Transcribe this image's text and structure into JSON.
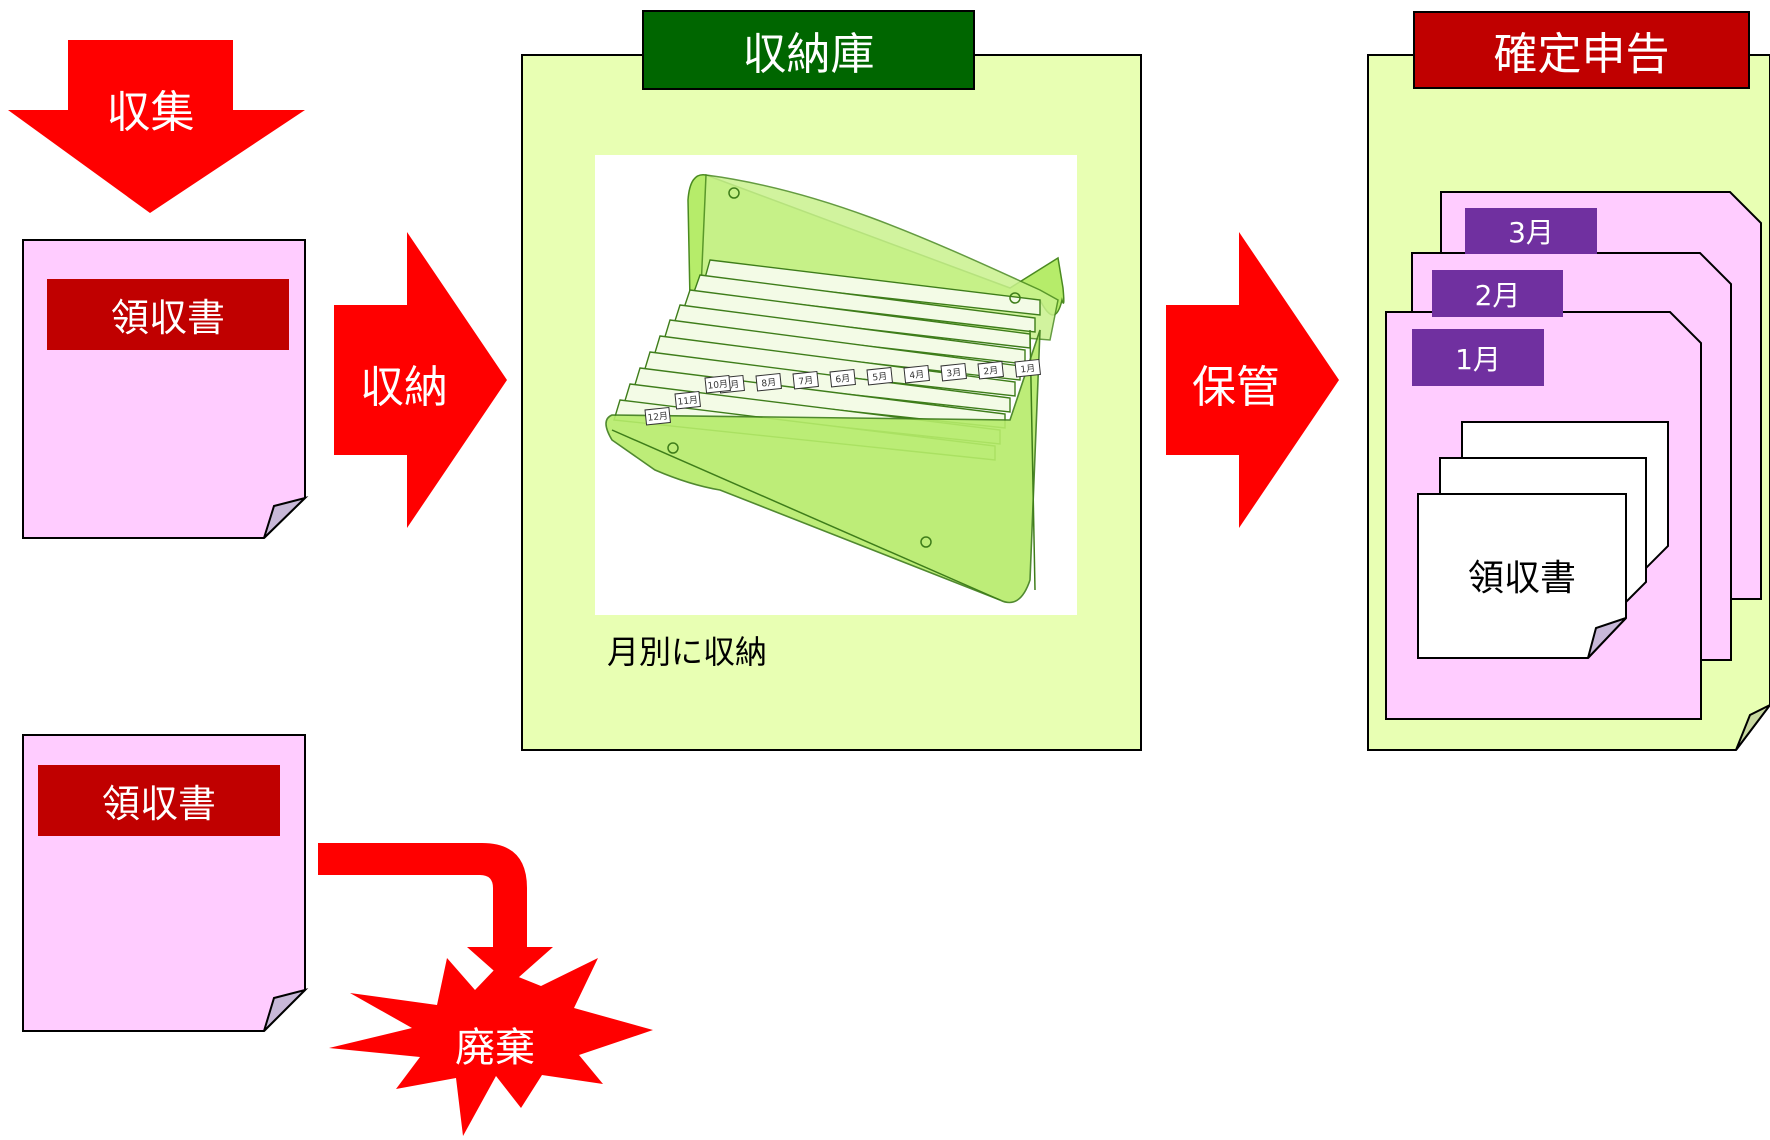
{
  "flow": {
    "collect": "収集",
    "store": "収納",
    "keep": "保管",
    "discard": "廃棄"
  },
  "receipt_top": {
    "label": "領収書"
  },
  "receipt_bottom": {
    "label": "領収書"
  },
  "storage": {
    "title": "収納庫",
    "caption": "月別に収納"
  },
  "folder_tabs": [
    "1月",
    "2月",
    "3月",
    "4月",
    "5月",
    "6月",
    "7月",
    "8月",
    "9月",
    "10月",
    "11月",
    "12月"
  ],
  "filing": {
    "title": "確定申告",
    "months": [
      "1月",
      "2月",
      "3月"
    ],
    "receipt_label": "領収書"
  },
  "colors": {
    "arrow_red": "#ff0000",
    "label_red": "#c00000",
    "receipt_pink": "#ffccff",
    "panel_green": "#e8ffb3",
    "title_green": "#006600",
    "month_purple": "#7030a0"
  }
}
